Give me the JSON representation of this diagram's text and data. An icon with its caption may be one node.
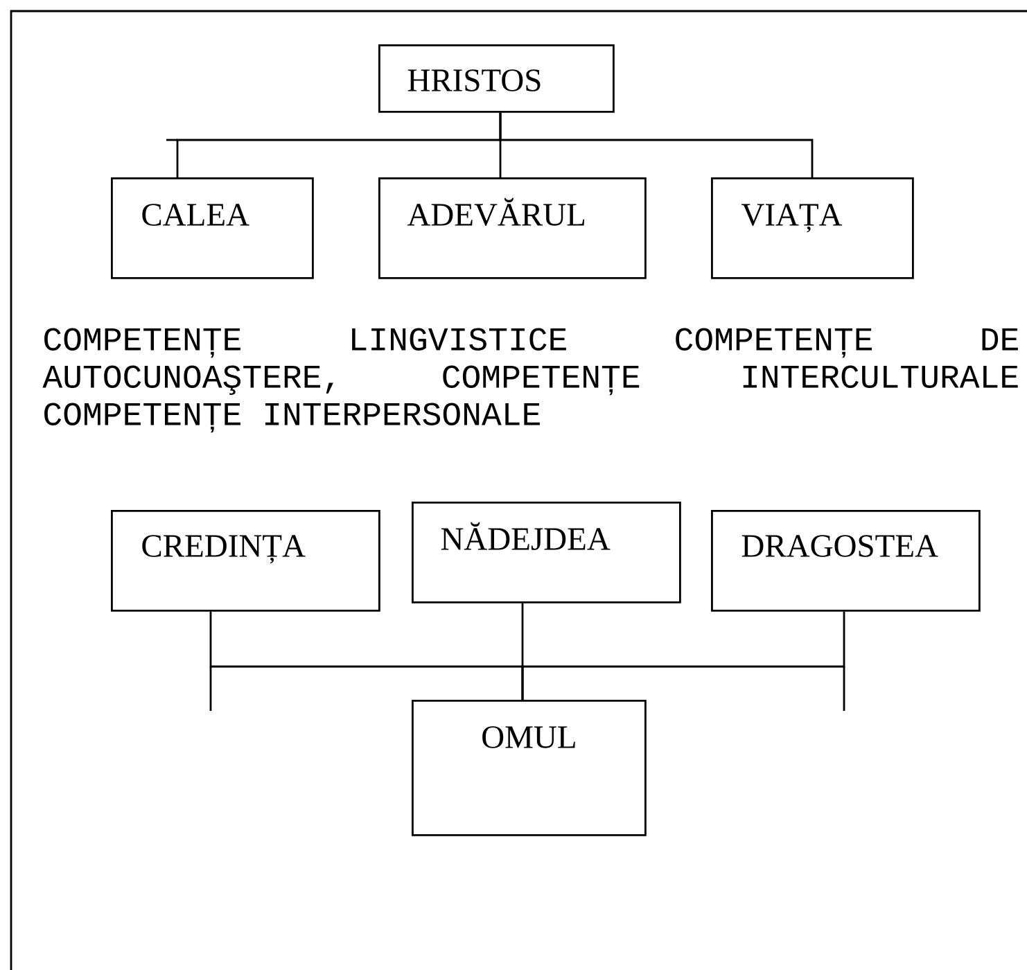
{
  "diagram": {
    "nodes": [
      {
        "text": [
          "HRISTOS"
        ]
      },
      {
        "text": [
          "CALEA"
        ]
      },
      {
        "text": [
          "ADEVĂRUL"
        ]
      },
      {
        "text": [
          "VIAȚA"
        ]
      },
      {
        "text": [
          "CREDINȚA"
        ]
      },
      {
        "text": [
          "NĂDEJDEA"
        ]
      },
      {
        "text": [
          "DRAGOSTEA"
        ]
      },
      {
        "text": [
          "OMUL"
        ]
      }
    ],
    "edges": [
      {
        "from": 0,
        "to": 1,
        "arrow": "none"
      },
      {
        "from": 0,
        "to": 2,
        "arrow": "none"
      },
      {
        "from": 0,
        "to": 3,
        "arrow": "none"
      },
      {
        "from": 4,
        "to": 7,
        "arrow": "none"
      },
      {
        "from": 5,
        "to": 7,
        "arrow": "none"
      },
      {
        "from": 6,
        "to": 7,
        "arrow": "none"
      }
    ],
    "labels": [
      "COMPETENȚE LINGVISTICE COMPETENȚE DE AUTOCUNOAŞTERE, COMPETENȚE INTERCULTURALE COMPETENȚE INTERPERSONALE"
    ]
  }
}
